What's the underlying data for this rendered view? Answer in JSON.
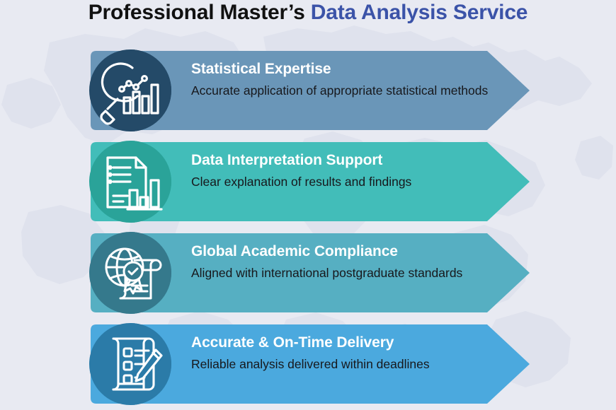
{
  "title": {
    "part_dark": "Professional Master’s ",
    "part_accent": "Data Analysis Service",
    "color_dark": "#111111",
    "color_accent": "#3b53a8"
  },
  "background": {
    "color": "#e8eaf2",
    "map_color": "#dfe2ed",
    "decoration": "world-map"
  },
  "rows": [
    {
      "icon": "magnifier-bar-chart-icon",
      "title": "Statistical Expertise",
      "description": "Accurate application of appropriate statistical methods",
      "banner_color": "#6a96b8",
      "circle_color": "#244a68",
      "tip_color": "#244a68"
    },
    {
      "icon": "document-bar-chart-icon",
      "title": "Data Interpretation Support",
      "description": "Clear explanation of results and findings",
      "banner_color": "#42bdb9",
      "circle_color": "#2aa399",
      "tip_color": "#2aa399"
    },
    {
      "icon": "globe-certificate-scroll-icon",
      "title": "Global Academic Compliance",
      "description": "Aligned with international postgraduate standards",
      "banner_color": "#56afc2",
      "circle_color": "#35798c",
      "tip_color": "#35798c"
    },
    {
      "icon": "checklist-pencil-icon",
      "title": "Accurate & On-Time Delivery",
      "description": "Reliable analysis delivered within deadlines",
      "banner_color": "#4ba9de",
      "circle_color": "#2b7ba8",
      "tip_color": "#2b7ba8"
    }
  ]
}
